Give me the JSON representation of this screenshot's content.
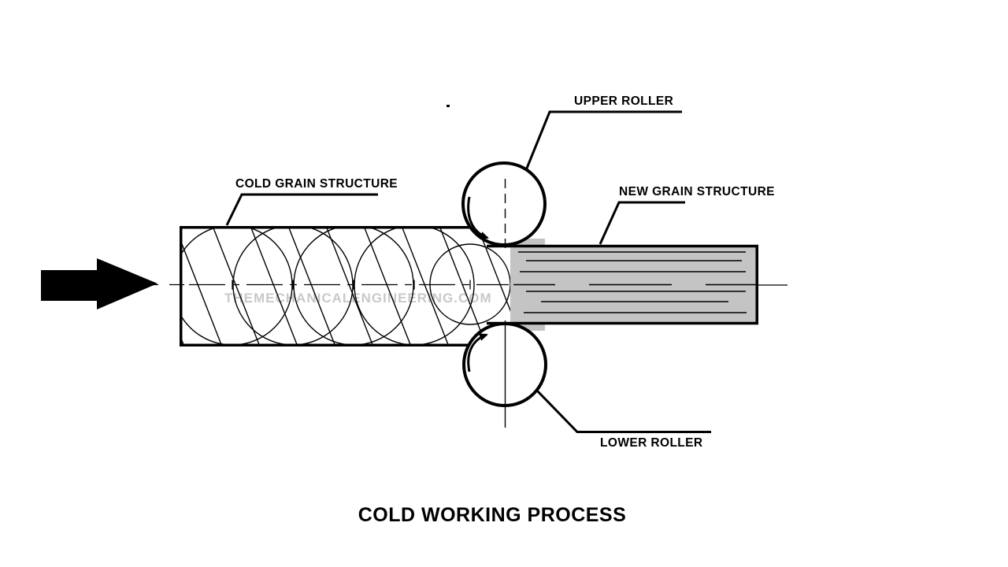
{
  "title": {
    "text": "COLD WORKING PROCESS"
  },
  "watermark": {
    "text": "THEMECHANICALENGINEERING.COM"
  },
  "labels": {
    "upper_roller": "UPPER ROLLER",
    "new_grain": "NEW GRAIN STRUCTURE",
    "cold_grain": "COLD GRAIN STRUCTURE",
    "lower_roller": "LOWER ROLLER"
  },
  "icons": {
    "feed_arrow": "right-arrow",
    "upper_rotation": "clockwise-arc-arrow",
    "lower_rotation": "counterclockwise-arc-arrow"
  },
  "colors": {
    "line": "#000000",
    "new_grain_fill": "#c4c4c4",
    "watermark": "#c9c9c9",
    "background": "#ffffff"
  }
}
